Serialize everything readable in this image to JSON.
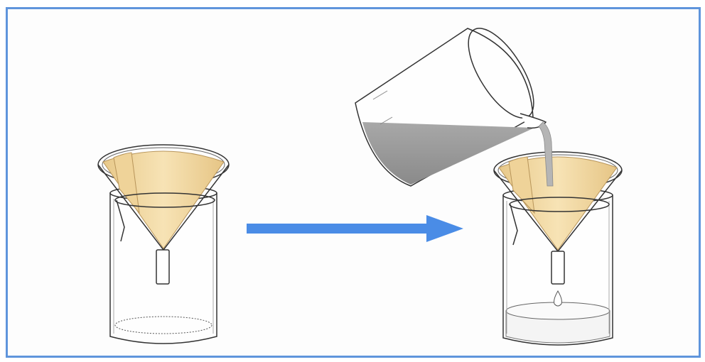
{
  "figure": {
    "subject": "filtration",
    "steps": [
      {
        "id": "setup",
        "icon": "funnel-filter-paper-beaker-icon"
      },
      {
        "id": "pouring",
        "icon": "pouring-beaker-filtration-icon"
      }
    ],
    "transition_icon": "right-arrow-icon"
  },
  "colors": {
    "frame_border": "#5f95dc",
    "arrow": "#4a8ce6",
    "filter_paper": "#f2d9a2",
    "filter_paper_edge": "#e2bf7a",
    "liquid": "#9a9a9a",
    "glass_outline": "#333333"
  }
}
